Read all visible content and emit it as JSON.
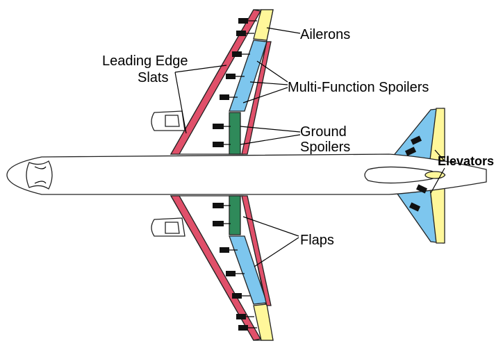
{
  "labels": {
    "ailerons": "Ailerons",
    "slats_line1": "Leading Edge",
    "slats_line2": "Slats",
    "mfs": "Multi-Function Spoilers",
    "ground_line1": "Ground",
    "ground_line2": "Spoilers",
    "elevators": "Elevators",
    "flaps": "Flaps"
  },
  "colors": {
    "slats": "#e0506a",
    "ailerons": "#fff79a",
    "mfs": "#7dc6ee",
    "ground_spoilers": "#2f8a5a",
    "flaps": "#e0506a",
    "fuselage": "#ffffff",
    "outline": "#222222",
    "actuator": "#111111"
  },
  "icons": {
    "actuator": "hydraulic-actuator-icon",
    "engine": "engine-nacelle-icon"
  }
}
